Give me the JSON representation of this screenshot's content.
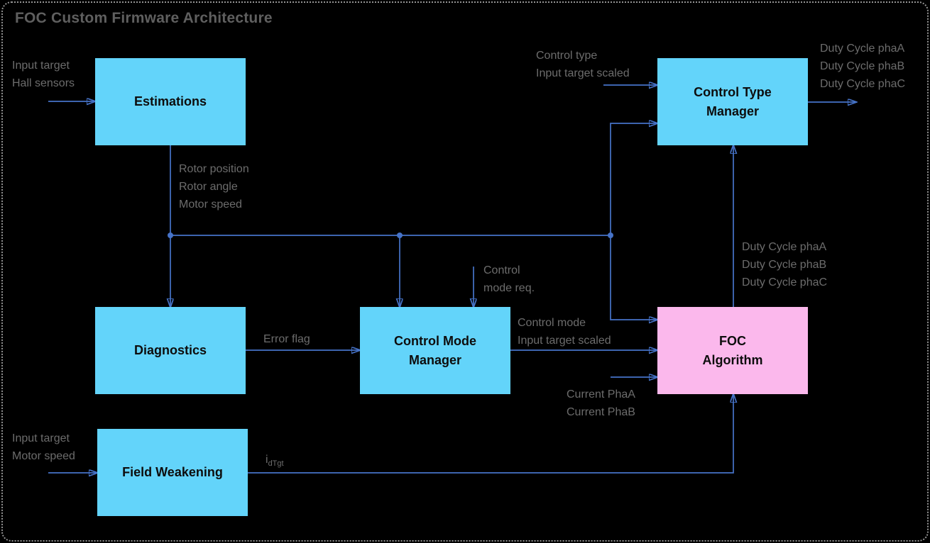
{
  "title": "FOC Custom Firmware Architecture",
  "colors": {
    "background": "#000000",
    "node_fill_cyan": "#63D4FA",
    "node_fill_pink": "#FBB8EC",
    "wire_blue": "#4673C8",
    "edge_label_gray": "#6C6C6C",
    "title_gray": "#5F5F5F",
    "node_text": "#0D0D0D",
    "frame_dots": "#949494"
  },
  "nodes": {
    "estimations": {
      "lines": [
        "Estimations"
      ]
    },
    "diagnostics": {
      "lines": [
        "Diagnostics"
      ]
    },
    "control_mode_manager": {
      "lines": [
        "Control Mode",
        "Manager"
      ]
    },
    "field_weakening": {
      "lines": [
        "Field Weakening"
      ]
    },
    "control_type_manager": {
      "lines": [
        "Control Type",
        "Manager"
      ]
    },
    "foc_algorithm": {
      "lines": [
        "FOC",
        "Algorithm"
      ]
    }
  },
  "edge_labels": {
    "estimations_inputs": {
      "lines": [
        "Input target",
        "Hall sensors"
      ]
    },
    "estimations_outputs": {
      "lines": [
        "Rotor position",
        "Rotor angle",
        "Motor speed"
      ]
    },
    "control_type_inputs": {
      "lines": [
        "Control type",
        "Input target scaled"
      ]
    },
    "duty_cycle_outputs": {
      "lines": [
        "Duty Cycle phaA",
        "Duty Cycle phaB",
        "Duty Cycle phaC"
      ]
    },
    "control_mode_request": {
      "lines": [
        "Control",
        "mode req."
      ]
    },
    "error_flag": {
      "lines": [
        "Error flag"
      ]
    },
    "control_mode_outputs": {
      "lines": [
        "Control mode",
        "Input target scaled"
      ]
    },
    "current_inputs": {
      "lines": [
        "Current PhaA",
        "Current PhaB"
      ]
    },
    "duty_cycle_feedback": {
      "lines": [
        "Duty Cycle phaA",
        "Duty Cycle phaB",
        "Duty Cycle phaC"
      ]
    },
    "field_weakening_inputs": {
      "lines": [
        "Input target",
        "Motor speed"
      ]
    },
    "idtgt": {
      "base": "i",
      "sub": "dTgt"
    }
  }
}
